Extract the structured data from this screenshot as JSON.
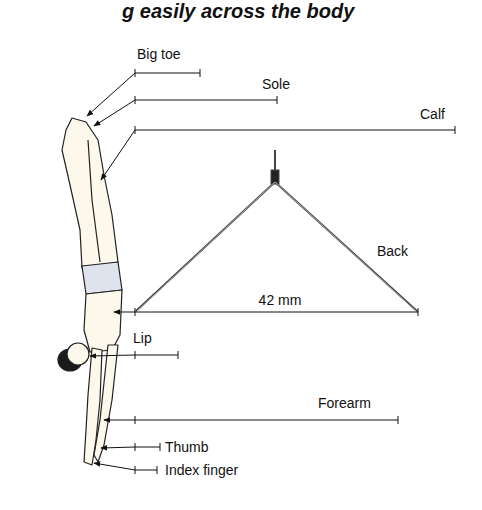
{
  "diagram": {
    "title": "g easily across the body",
    "labels": [
      "Big toe",
      "Sole",
      "Calf",
      "Back",
      "42 mm",
      "Lip",
      "Forearm",
      "Thumb",
      "Index finger"
    ]
  }
}
